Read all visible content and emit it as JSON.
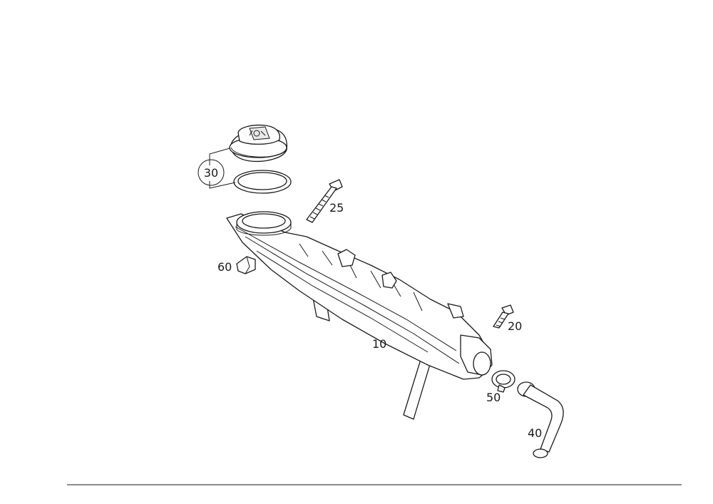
{
  "diagram": {
    "labels": {
      "cap_group": "30",
      "bolt_upper": "25",
      "grommet": "60",
      "reservoir": "10",
      "bolt_lower": "20",
      "clamp": "50",
      "hose": "40"
    }
  },
  "colors": {
    "line": "#1a1a1a",
    "background": "#ffffff",
    "shade": "#e8e8e8"
  }
}
